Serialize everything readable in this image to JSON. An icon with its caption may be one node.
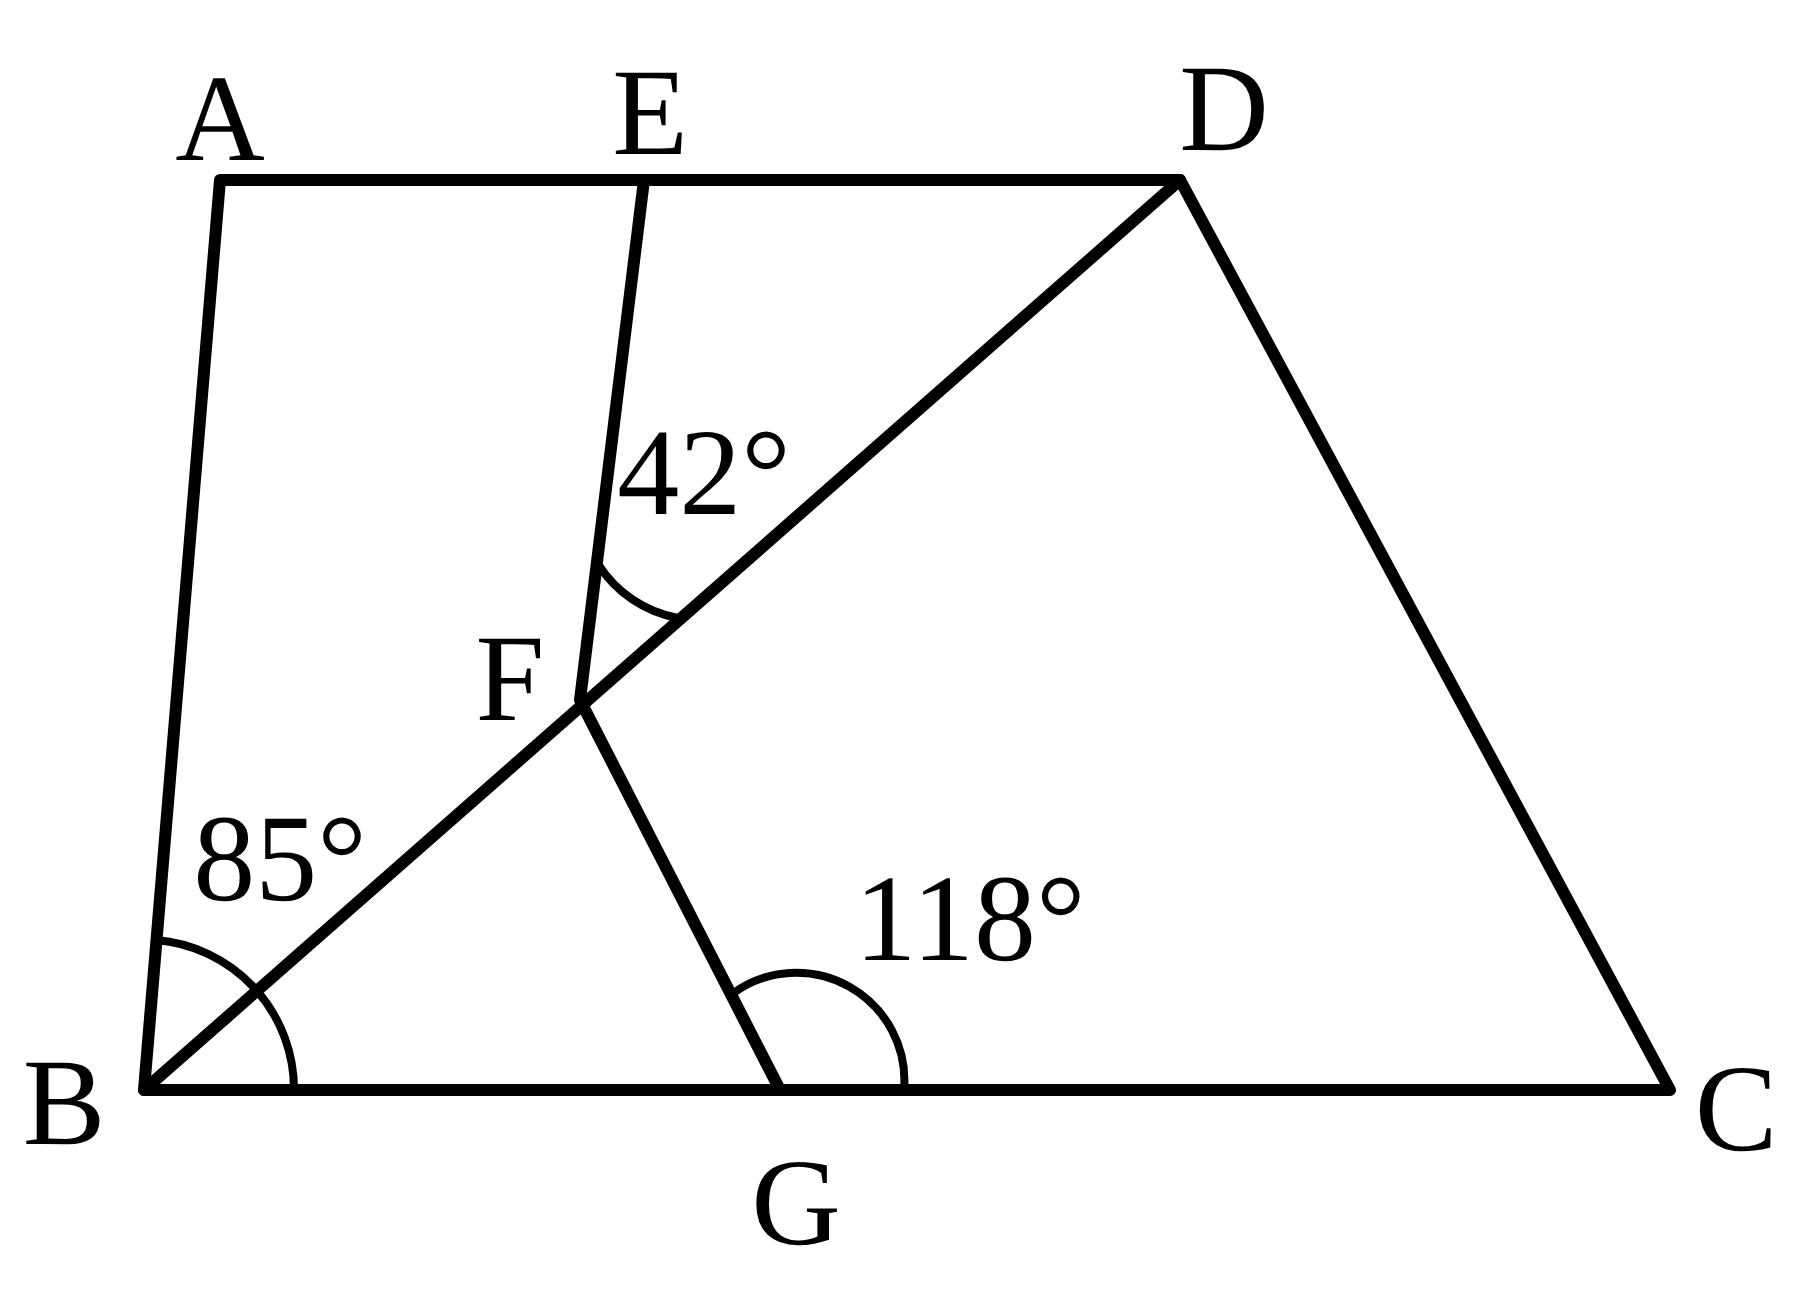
{
  "diagram": {
    "labels": [
      "A",
      "E",
      "D",
      "42°",
      "F",
      "85°",
      "118°",
      "B",
      "G",
      "C"
    ]
  }
}
